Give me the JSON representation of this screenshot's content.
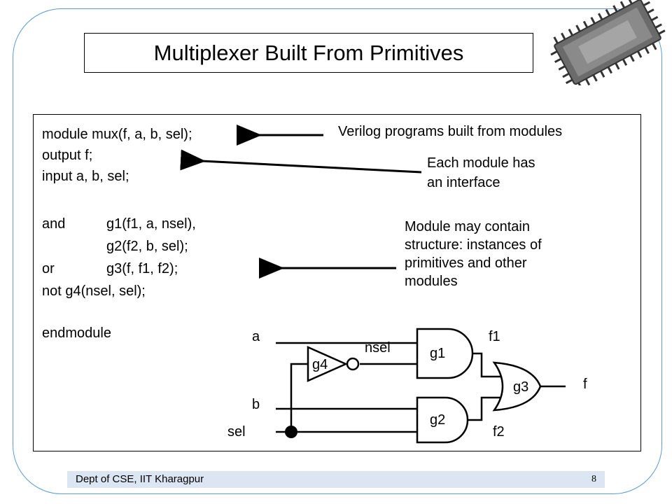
{
  "title": "Multiplexer Built From Primitives",
  "code": {
    "line1": "module mux(f, a, b, sel);",
    "line2": "output f;",
    "line3": "input a, b, sel;",
    "line4_kw": "and",
    "line4_rest": "g1(f1, a, nsel),",
    "line5": "g2(f2, b, sel);",
    "line6_kw": "or",
    "line6_rest": "g3(f, f1, f2);",
    "line7": "not g4(nsel, sel);",
    "line8": "endmodule"
  },
  "notes": {
    "modules": "Verilog programs built from modules",
    "interface_1": "Each module has",
    "interface_2": "an interface",
    "structure_1": "Module may contain",
    "structure_2": "structure: instances of",
    "structure_3": "primitives and other",
    "structure_4": "modules"
  },
  "circuit": {
    "a": "a",
    "b": "b",
    "sel": "sel",
    "nsel": "nsel",
    "g1": "g1",
    "g2": "g2",
    "g3": "g3",
    "g4": "g4",
    "f1": "f1",
    "f2": "f2",
    "f": "f"
  },
  "footer": {
    "dept": "Dept of CSE, IIT Kharagpur",
    "page": "8"
  },
  "colors": {
    "frame": "#5b9bd5",
    "footer_bg": "#dce6f2"
  }
}
